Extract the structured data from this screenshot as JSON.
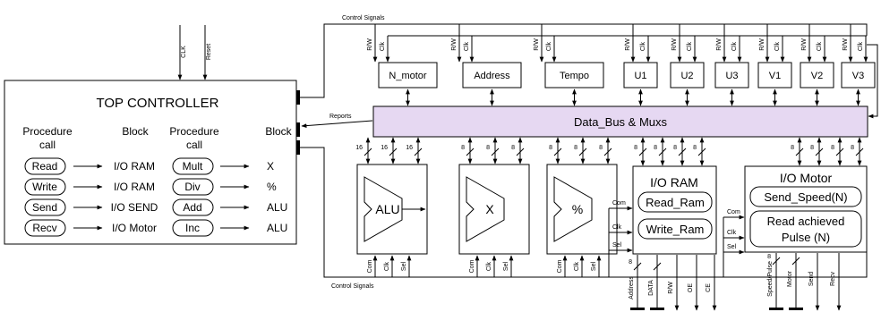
{
  "top_controller": {
    "title": "TOP CONTROLLER",
    "col_headers": [
      "Procedure call",
      "Block",
      "Procedure call",
      "Block"
    ],
    "rows": [
      {
        "proc1": "Read",
        "block1": "I/O RAM",
        "proc2": "Mult",
        "block2": "X"
      },
      {
        "proc1": "Write",
        "block1": "I/O RAM",
        "proc2": "Div",
        "block2": "%"
      },
      {
        "proc1": "Send",
        "block1": "I/O SEND",
        "proc2": "Add",
        "block2": "ALU"
      },
      {
        "proc1": "Recv",
        "block1": "I/O Motor",
        "proc2": "Inc",
        "block2": "ALU"
      }
    ],
    "inputs": [
      "CLK",
      "Reset"
    ]
  },
  "labels": {
    "control_signals_top": "Control Signals",
    "control_signals_bottom": "Control Signals",
    "reports": "Reports",
    "data_bus": "Data_Bus & Muxs"
  },
  "registers": [
    {
      "name": "N_motor"
    },
    {
      "name": "Address"
    },
    {
      "name": "Tempo"
    },
    {
      "name": "U1"
    },
    {
      "name": "U2"
    },
    {
      "name": "U3"
    },
    {
      "name": "V1"
    },
    {
      "name": "V2"
    },
    {
      "name": "V3"
    }
  ],
  "reg_signals": [
    "R/W",
    "Clk"
  ],
  "bus_widths": {
    "alu": "16",
    "x": "8",
    "div": "8",
    "ram": "8",
    "motor": "8"
  },
  "alu_blocks": [
    {
      "name": "ALU"
    },
    {
      "name": "X"
    },
    {
      "name": "%"
    }
  ],
  "alu_controls": [
    "Com",
    "Clk",
    "Sel"
  ],
  "io_ram": {
    "title": "I/O RAM",
    "procs": [
      "Read_Ram",
      "Write_Ram"
    ],
    "side_inputs": [
      "Com",
      "Clk",
      "Sel"
    ],
    "outputs": [
      "Address",
      "DATA",
      "R/W",
      "OE",
      "CE"
    ],
    "bus_width": "8"
  },
  "io_motor": {
    "title": "I/O Motor",
    "procs": [
      "Send_Speed(N)",
      "Read achieved Pulse (N)"
    ],
    "side_inputs": [
      "Com",
      "Clk",
      "Sel"
    ],
    "outputs": [
      "Speed/Pulse",
      "Motor",
      "Send",
      "Recv"
    ],
    "bus_width": "8"
  }
}
